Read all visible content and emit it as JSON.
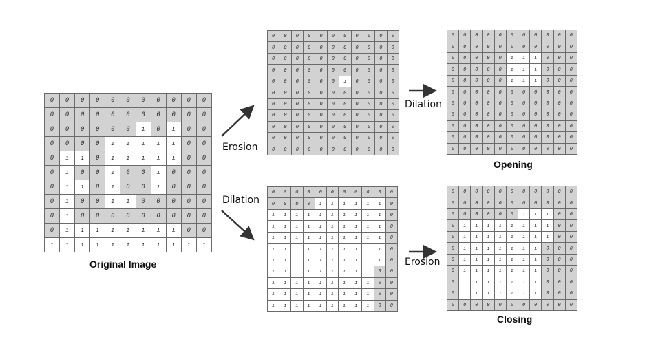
{
  "labels": {
    "original": "Original Image",
    "erosion_top": "Erosion",
    "dilation_top": "Dilation",
    "dilation_bottom": "Dilation",
    "erosion_bottom": "Erosion",
    "opening": "Opening",
    "closing": "Closing"
  },
  "colors": {
    "zero": "#d2d2d2",
    "one": "#ffffff",
    "grid_line": "#6a6a6a",
    "arrow": "#333333"
  },
  "grids": {
    "original": [
      "00000000000",
      "00000000000",
      "00000010100",
      "00001111100",
      "01101111100",
      "01001001000",
      "01101001000",
      "01001100000",
      "01000000000",
      "01111111100",
      "11111111111"
    ],
    "eroded": [
      "00000000000",
      "00000000000",
      "00000000000",
      "00000000000",
      "00000010000",
      "00000000000",
      "00000000000",
      "00000000000",
      "00000000000",
      "00000000000",
      "00000000000"
    ],
    "opening": [
      "00000000000",
      "00000000000",
      "00000111000",
      "00000111000",
      "00000111000",
      "00000000000",
      "00000000000",
      "00000000000",
      "00000000000",
      "00000000000",
      "00000000000"
    ],
    "dilated": [
      "00000000000",
      "00001111110",
      "11111111110",
      "11111111110",
      "11111111110",
      "11111111110",
      "11111111110",
      "11111111100",
      "11111111100",
      "11111111100",
      "11111111100"
    ],
    "closing": [
      "00000000000",
      "00000000000",
      "00000011100",
      "01111111100",
      "01111111100",
      "01111111000",
      "01111111000",
      "01111111000",
      "01111111000",
      "01111111000",
      "00000000000"
    ]
  }
}
